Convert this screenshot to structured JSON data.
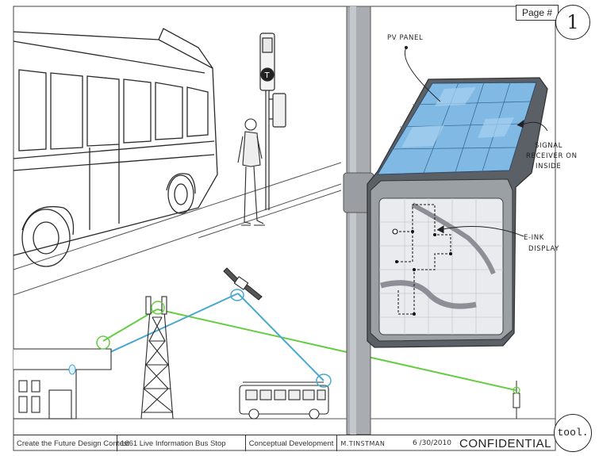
{
  "header": {
    "page_label": "Page #",
    "page_number": "1"
  },
  "annotations": {
    "pv_panel": "PV PANEL",
    "signal_receiver": [
      "SIGNAL",
      "RECEIVER ON",
      "INSIDE"
    ],
    "eink_display": [
      "E-INK",
      "DISPLAY"
    ]
  },
  "colors": {
    "link_green": "#66cc44",
    "link_blue": "#4aa7cf",
    "ink": "#2a2a2a",
    "panel_blue": "#7fb9e4",
    "frame": "#5b6066"
  },
  "icons": [
    "bus-icon",
    "bus-stop-sign-icon",
    "pedestrian-icon",
    "cell-tower-icon",
    "satellite-icon",
    "solar-panel-icon",
    "building-icon",
    "small-bus-icon",
    "signal-receiver-icon"
  ],
  "title_block": {
    "contest": "Create the Future Design Contest",
    "project": "1661 Live Information Bus Stop",
    "phase": "Conceptual Development",
    "author": "M.TINSTMAN",
    "date": "6 /30/2010",
    "status": "CONFIDENTIAL",
    "logo": "tool."
  }
}
